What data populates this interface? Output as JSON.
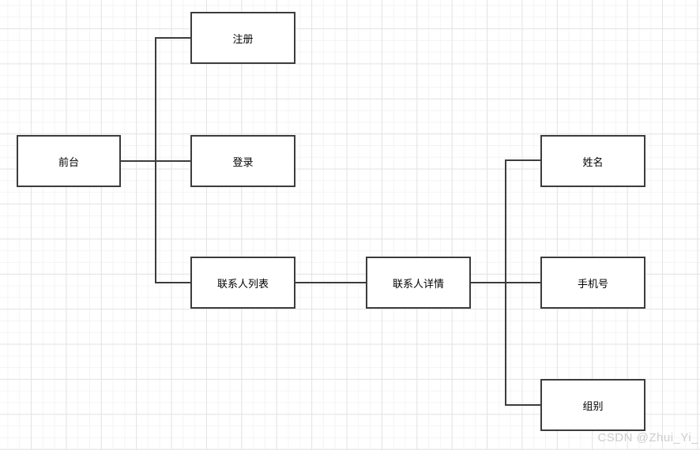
{
  "diagram": {
    "nodes": {
      "front_desk": {
        "label": "前台"
      },
      "register": {
        "label": "注册"
      },
      "login": {
        "label": "登录"
      },
      "contact_list": {
        "label": "联系人列表"
      },
      "contact_detail": {
        "label": "联系人详情"
      },
      "name": {
        "label": "姓名"
      },
      "phone": {
        "label": "手机号"
      },
      "group": {
        "label": "组别"
      }
    },
    "connections": [
      {
        "from": "前台",
        "to": "注册"
      },
      {
        "from": "前台",
        "to": "登录"
      },
      {
        "from": "前台",
        "to": "联系人列表"
      },
      {
        "from": "联系人列表",
        "to": "联系人详情"
      },
      {
        "from": "联系人详情",
        "to": "姓名"
      },
      {
        "from": "联系人详情",
        "to": "手机号"
      },
      {
        "from": "联系人详情",
        "to": "组别"
      }
    ],
    "colors": {
      "node_border": "#3c3c3c",
      "node_fill": "#ffffff",
      "connector": "#3c3c3c",
      "label_text": "#000000",
      "grid_minor": "#f4f4f4",
      "grid_major": "#e3e3e3",
      "canvas_bg": "#ffffff",
      "watermark_text": "#cdcdcd"
    }
  },
  "watermark": {
    "text": "CSDN @Zhui_Yi_"
  }
}
